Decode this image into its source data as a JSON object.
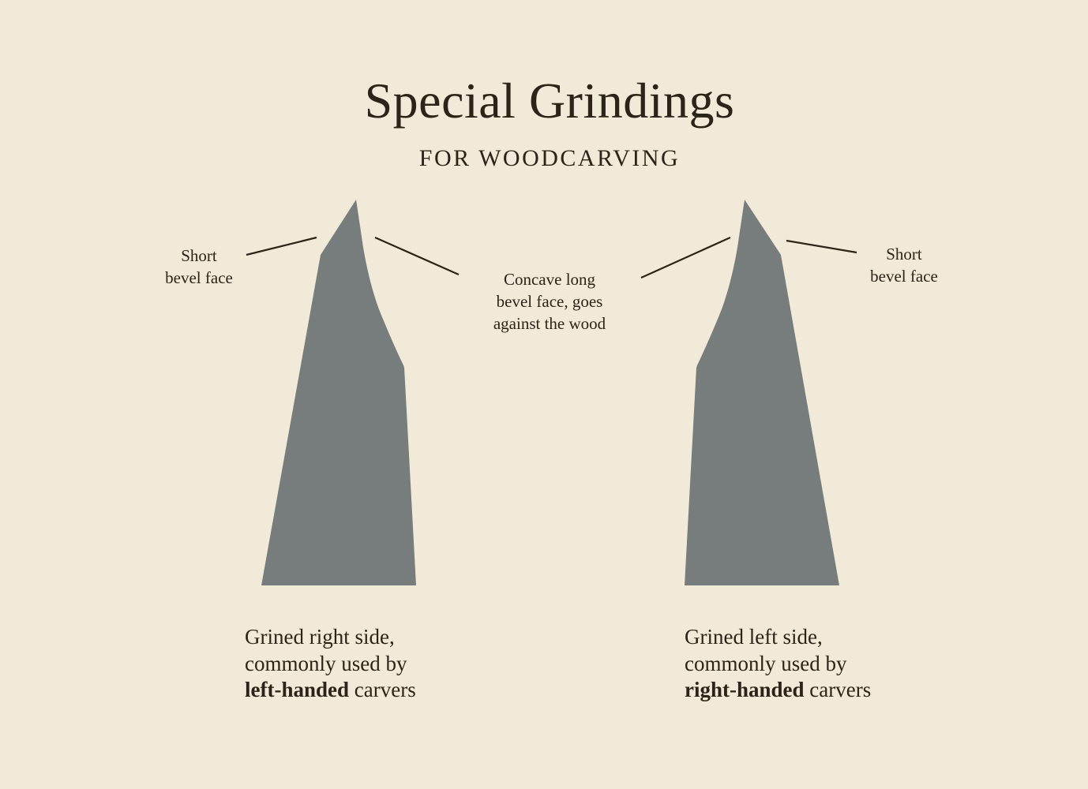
{
  "header": {
    "title": "Special Grindings",
    "subtitle": "FOR WOODCARVING"
  },
  "colors": {
    "background": "#F2EAD8",
    "blade": "#777D7C",
    "text": "#2B2418",
    "leader_line": "#2B2418"
  },
  "labels": {
    "left_short_bevel": {
      "line1": "Short",
      "line2": "bevel face"
    },
    "concave_long_bevel": {
      "line1": "Concave long",
      "line2": "bevel face, goes",
      "line3": "against the wood"
    },
    "right_short_bevel": {
      "line1": "Short",
      "line2": "bevel face"
    }
  },
  "blades": {
    "left": {
      "caption_line1": "Grined right side,",
      "caption_line2": "commonly used by",
      "caption_bold": "left-handed",
      "caption_rest": " carvers"
    },
    "right": {
      "caption_line1": "Grined left side,",
      "caption_line2": "commonly used by",
      "caption_bold": "right-handed",
      "caption_rest": " carvers"
    }
  }
}
